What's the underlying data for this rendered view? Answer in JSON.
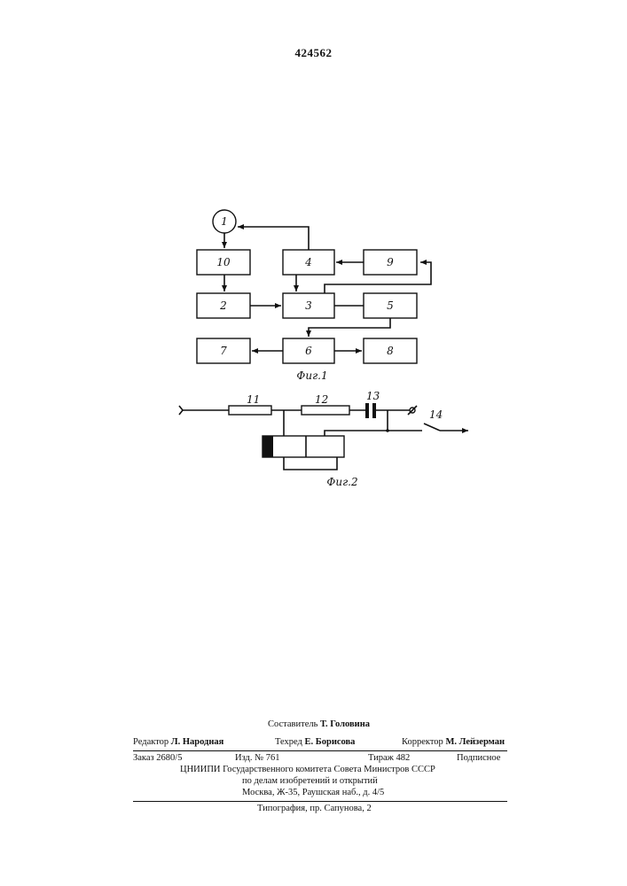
{
  "header": {
    "patent_number": "424562"
  },
  "figure1": {
    "caption": "Фиг.1",
    "blocks": {
      "b1": "1",
      "b2": "2",
      "b3": "3",
      "b4": "4",
      "b5": "5",
      "b6": "6",
      "b7": "7",
      "b8": "8",
      "b9": "9",
      "b10": "10"
    }
  },
  "figure2": {
    "caption": "Фиг.2",
    "labels": {
      "l11": "11",
      "l12": "12",
      "l13": "13",
      "l14": "14"
    }
  },
  "footer": {
    "compiler_label": "Составитель",
    "compiler_name": "Т. Головина",
    "editor_label": "Редактор",
    "editor_name": "Л. Народная",
    "techred_label": "Техред",
    "techred_name": "Е. Борисова",
    "corrector_label": "Корректор",
    "corrector_name": "М. Лейзерман",
    "order": "Заказ 2680/5",
    "edition": "Изд. № 761",
    "circulation": "Тираж 482",
    "subscription": "Подписное",
    "org_line1": "ЦНИИПИ Государственного комитета Совета Министров СССР",
    "org_line2": "по делам изобретений и открытий",
    "address": "Москва, Ж-35, Раушская наб., д. 4/5",
    "printing": "Типография, пр. Сапунова, 2"
  }
}
